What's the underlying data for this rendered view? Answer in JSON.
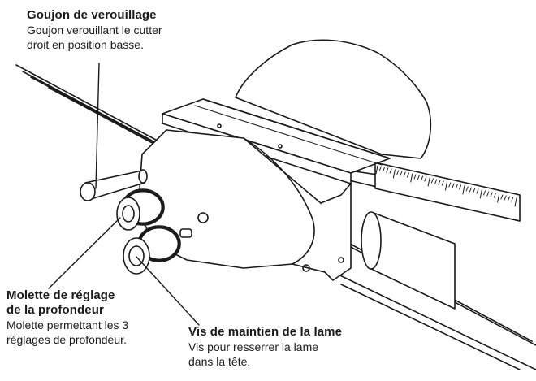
{
  "callouts": {
    "locking_pin": {
      "title": "Goujon de verouillage",
      "desc_line1": "Goujon verouillant le cutter",
      "desc_line2": "droit en position basse."
    },
    "depth_knob": {
      "title_line1": "Molette de réglage",
      "title_line2": "de la profondeur",
      "desc_line1": "Molette permettant les 3",
      "desc_line2": "réglages de profondeur."
    },
    "blade_screw": {
      "title": "Vis de maintien de la lame",
      "desc_line1": "Vis pour resserrer la lame",
      "desc_line2": "dans la tête."
    }
  },
  "colors": {
    "ink": "#1a1a1a",
    "background": "#ffffff"
  }
}
